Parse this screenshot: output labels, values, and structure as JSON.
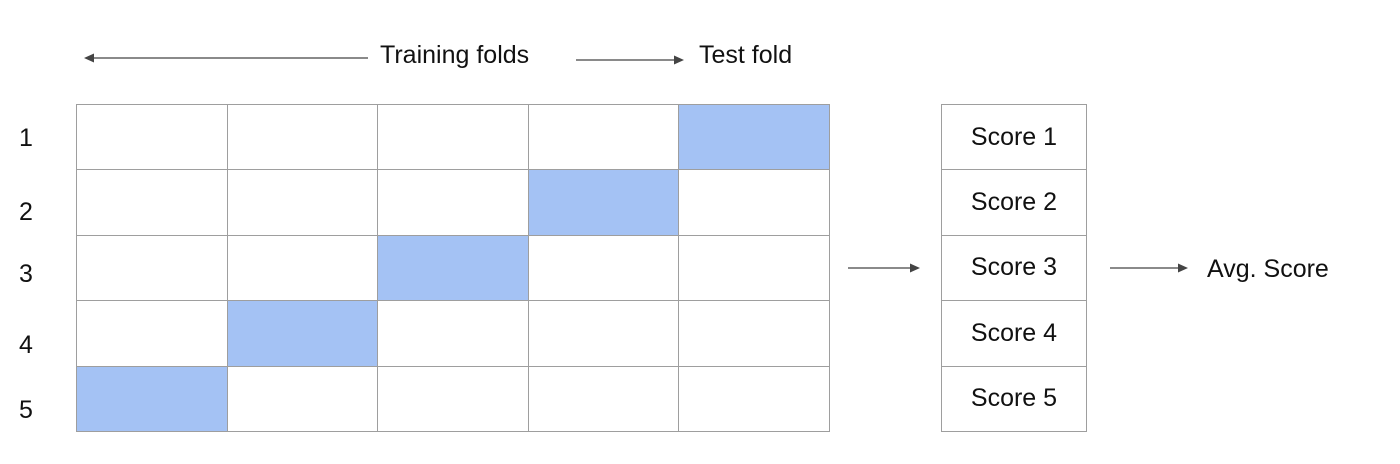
{
  "header": {
    "training_label": "Training folds",
    "test_label": "Test fold"
  },
  "rows": [
    {
      "label": "1",
      "test_fold": 5
    },
    {
      "label": "2",
      "test_fold": 4
    },
    {
      "label": "3",
      "test_fold": 3
    },
    {
      "label": "4",
      "test_fold": 2
    },
    {
      "label": "5",
      "test_fold": 1
    }
  ],
  "fold_count": 5,
  "scores": [
    "Score 1",
    "Score 2",
    "Score 3",
    "Score 4",
    "Score 5"
  ],
  "result_label": "Avg. Score",
  "colors": {
    "test_fold": "#a4c2f4",
    "training_fold": "#ffffff",
    "grid_line": "#9e9e9e",
    "arrow": "#444444"
  }
}
